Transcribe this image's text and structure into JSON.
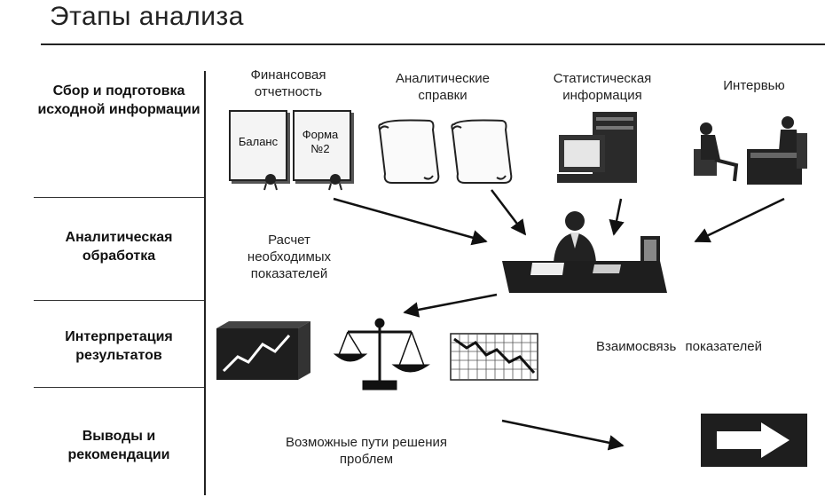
{
  "title": "Этапы анализа",
  "stages": [
    {
      "label": "Сбор и подготовка исходной информации"
    },
    {
      "label": "Аналитическая обработка"
    },
    {
      "label": "Интерпретация результатов"
    },
    {
      "label": "Выводы и рекомендации"
    }
  ],
  "sources": {
    "financial": "Финансовая отчетность",
    "analytical": "Аналитические справки",
    "statistical": "Статистическая информация",
    "interview": "Интервью"
  },
  "documents": {
    "balance": "Баланс",
    "form2": "Форма №2"
  },
  "processing": {
    "calc": "Расчет необходимых показателей"
  },
  "interpretation": {
    "relation": "Взаимосвязь показателей"
  },
  "conclusions": {
    "solutions": "Возможные пути решения проблем"
  },
  "colors": {
    "ink": "#111111",
    "dark_fill": "#1e1e1e",
    "paper": "#f4f4f4"
  }
}
